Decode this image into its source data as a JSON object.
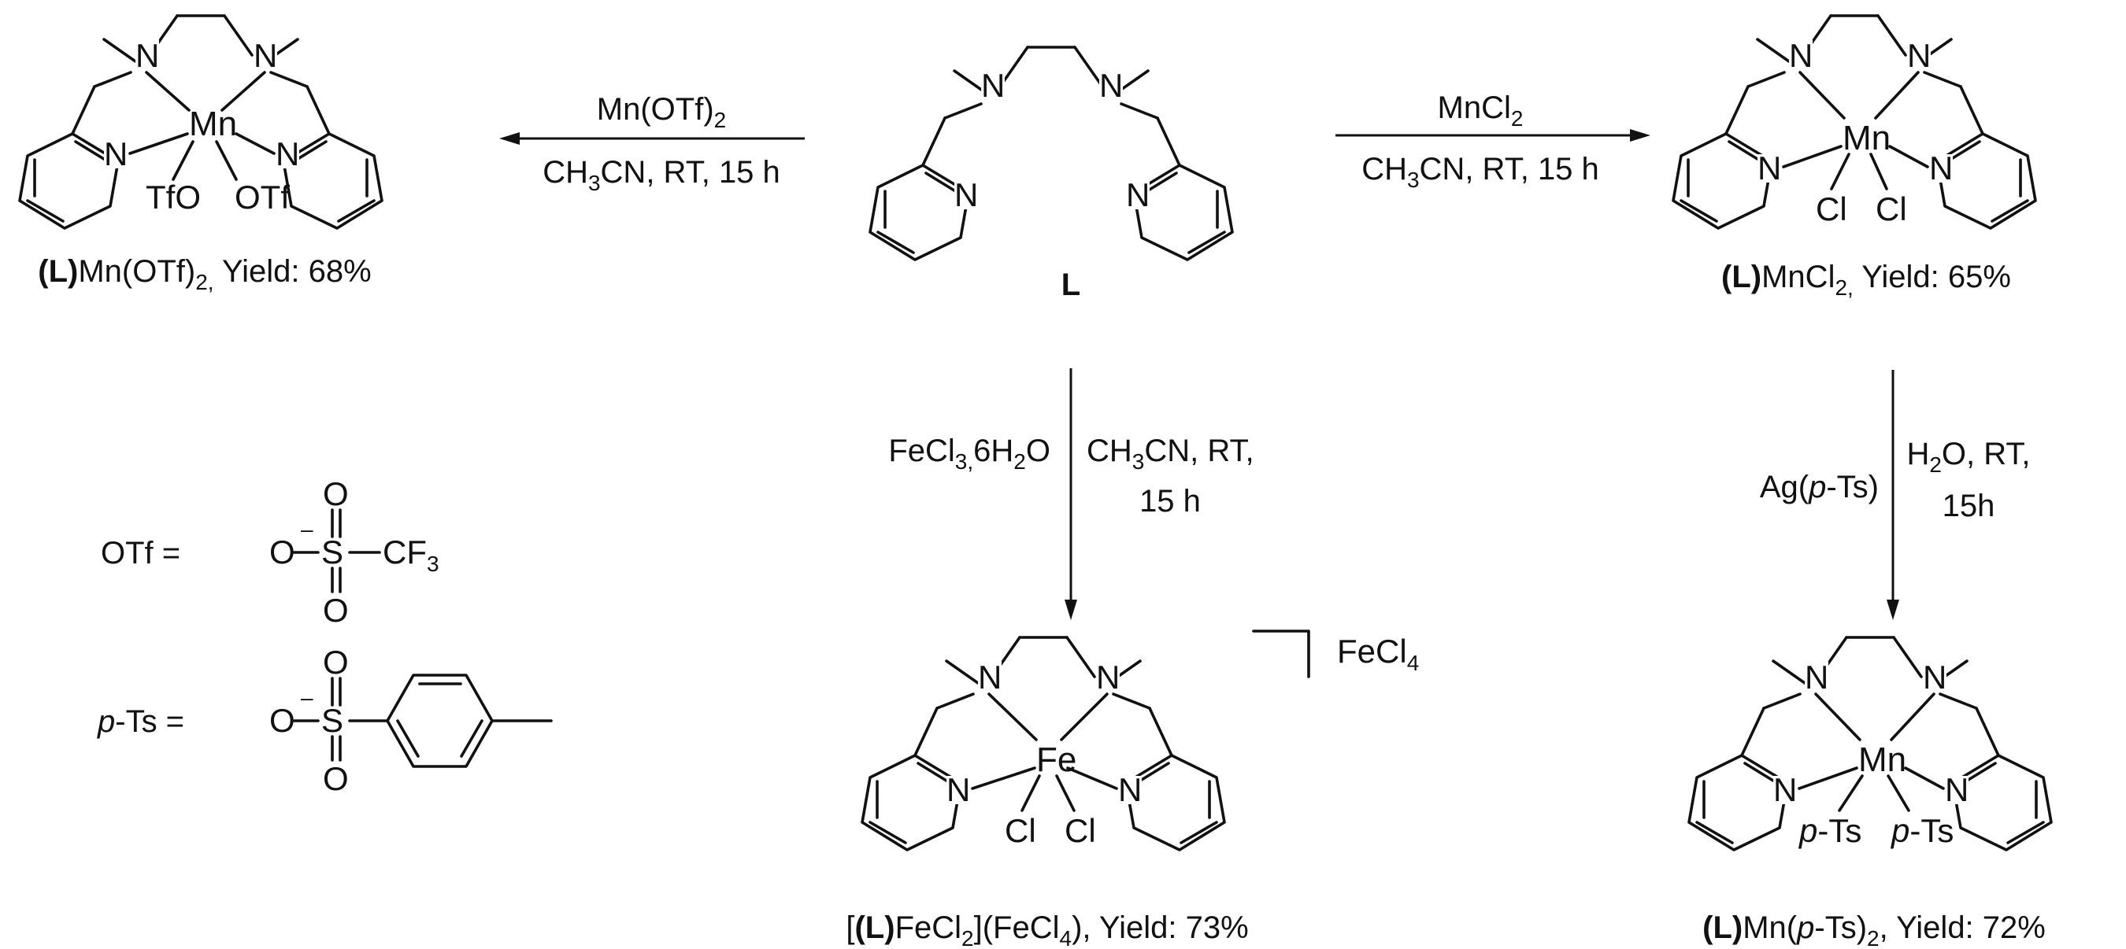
{
  "ligand": {
    "label": "L"
  },
  "atoms": {
    "nitrogen": "N",
    "chloride": "Cl",
    "triflate": "TfO",
    "triflate_b": "OTf",
    "tosyl": "p-Ts"
  },
  "metals": {
    "manganese": "Mn",
    "iron": "Fe"
  },
  "reactions": {
    "to_mn_otf": {
      "reagent": "Mn(OTf)2",
      "conditions": "CH3CN, RT, 15 h"
    },
    "to_mn_cl": {
      "reagent": "MnCl2",
      "conditions": "CH3CN, RT, 15 h"
    },
    "to_fe": {
      "reagent": "FeCl3.6H2O",
      "conditions_line1": "CH3CN, RT,",
      "conditions_line2": "15 h"
    },
    "to_mn_ts": {
      "reagent": "Ag(p-Ts)",
      "conditions_line1": "H2O, RT,",
      "conditions_line2": "15h"
    }
  },
  "products": {
    "mn_otf": {
      "caption": "(L)Mn(OTf)2, Yield: 68%"
    },
    "mn_cl": {
      "caption": "(L)MnCl2, Yield: 65%"
    },
    "fe": {
      "caption": "[(L)FeCl2](FeCl4), Yield: 73%",
      "counterion": "FeCl4"
    },
    "mn_ts": {
      "caption": "(L)Mn(p-Ts)2, Yield: 72%"
    }
  },
  "legend": {
    "otf": {
      "label": "OTf =",
      "substituent": "CF3"
    },
    "pts": {
      "label": "p-Ts ="
    },
    "sulfur": "S",
    "oxygen": "O",
    "charge": "–"
  }
}
